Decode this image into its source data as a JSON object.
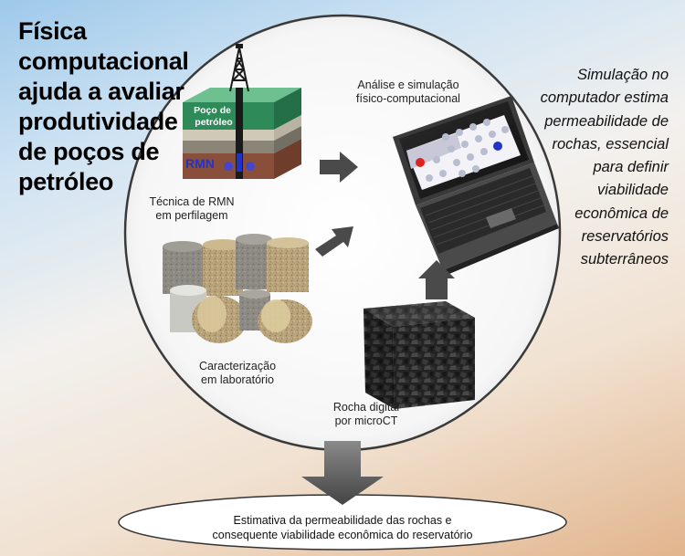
{
  "title": [
    "Física computacional",
    "ajuda a avaliar",
    "produtividade",
    "de poços de",
    "petróleo"
  ],
  "side_note": [
    "Simulação no",
    "computador estima",
    "permeabilidade de",
    "rochas, essencial",
    "para definir",
    "viabilidade",
    "econômica de",
    "reservatórios",
    "subterrâneos"
  ],
  "well_label": [
    "Poço de",
    "petróleo"
  ],
  "rmn_tag": "RMN",
  "analise_label": [
    "Análise e simulação",
    "físico-computacional"
  ],
  "rmn_label": [
    "Técnica de RMN",
    "em perfilagem"
  ],
  "lab_label": [
    "Caracterização",
    "em laboratório"
  ],
  "rocha_label": [
    "Rocha digital",
    "por microCT"
  ],
  "estimativa": [
    "Estimativa da permeabilidade das rochas e",
    "consequente viabilidade econômica do reservatório"
  ],
  "colors": {
    "well_green": "#2f8a5a",
    "rmn_blue": "#2233cc",
    "arrow_gray": "#4a4a4a",
    "circle_border": "#3a3a3a"
  }
}
